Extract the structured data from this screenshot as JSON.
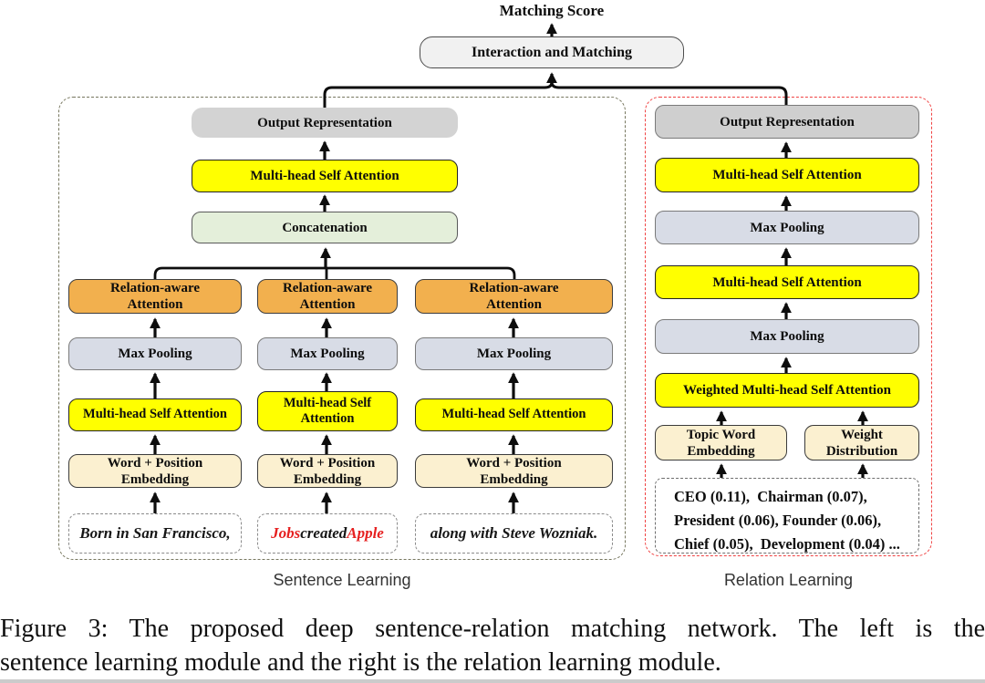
{
  "colors": {
    "yellow": "#ffff00",
    "orange": "#f2b04e",
    "pooling_gray": "#d8dce6",
    "cream": "#fbf0d0",
    "green": "#e4efda",
    "gray_box": "#d3d3d3",
    "gray_box_r": "#cfcfcf",
    "interaction_gray": "#f1f1f1",
    "sentence_module_border": "#77775f",
    "relation_module_border": "#f04343",
    "highlight_red": "#e62020"
  },
  "matching_score_label": "Matching Score",
  "interaction_box_label": "Interaction and Matching",
  "sentence_module": {
    "label": "Sentence Learning",
    "output_representation": "Output Representation",
    "multi_head_self_attention": "Multi-head Self Attention",
    "concatenation": "Concatenation",
    "columns": [
      {
        "relation_aware_attention": "Relation-aware Attention",
        "max_pooling": "Max Pooling",
        "multi_head_self_attention": "Multi-head Self Attention",
        "word_position_embedding": "Word + Position Embedding",
        "sentence": "Born in San Francisco,"
      },
      {
        "relation_aware_attention": "Relation-aware Attention",
        "max_pooling": "Max Pooling",
        "multi_head_self_attention": "Multi-head Self Attention",
        "word_position_embedding": "Word + Position Embedding",
        "sentence_parts": {
          "w1": "Jobs",
          "w2": " created ",
          "w3": "Apple"
        }
      },
      {
        "relation_aware_attention": "Relation-aware Attention",
        "max_pooling": "Max Pooling",
        "multi_head_self_attention": "Multi-head Self Attention",
        "word_position_embedding": "Word + Position Embedding",
        "sentence": "along with Steve Wozniak."
      }
    ]
  },
  "relation_module": {
    "label": "Relation Learning",
    "output_representation": "Output Representation",
    "multi_head_self_attention_1": "Multi-head Self Attention",
    "max_pooling_1": "Max Pooling",
    "multi_head_self_attention_2": "Multi-head Self Attention",
    "max_pooling_2": "Max Pooling",
    "weighted_multi_head_self_attention": "Weighted Multi-head Self Attention",
    "topic_word_embedding": "Topic Word Embedding",
    "weight_distribution": "Weight Distribution",
    "topic_words": [
      "CEO (0.11),  Chairman (0.07),",
      "President (0.06), Founder (0.06),",
      "Chief (0.05),  Development (0.04) ..."
    ]
  },
  "caption": {
    "line1": "Figure 3:  The proposed deep sentence-relation matching network.  The left is the",
    "line2": "sentence learning module and the right is the relation learning module."
  }
}
